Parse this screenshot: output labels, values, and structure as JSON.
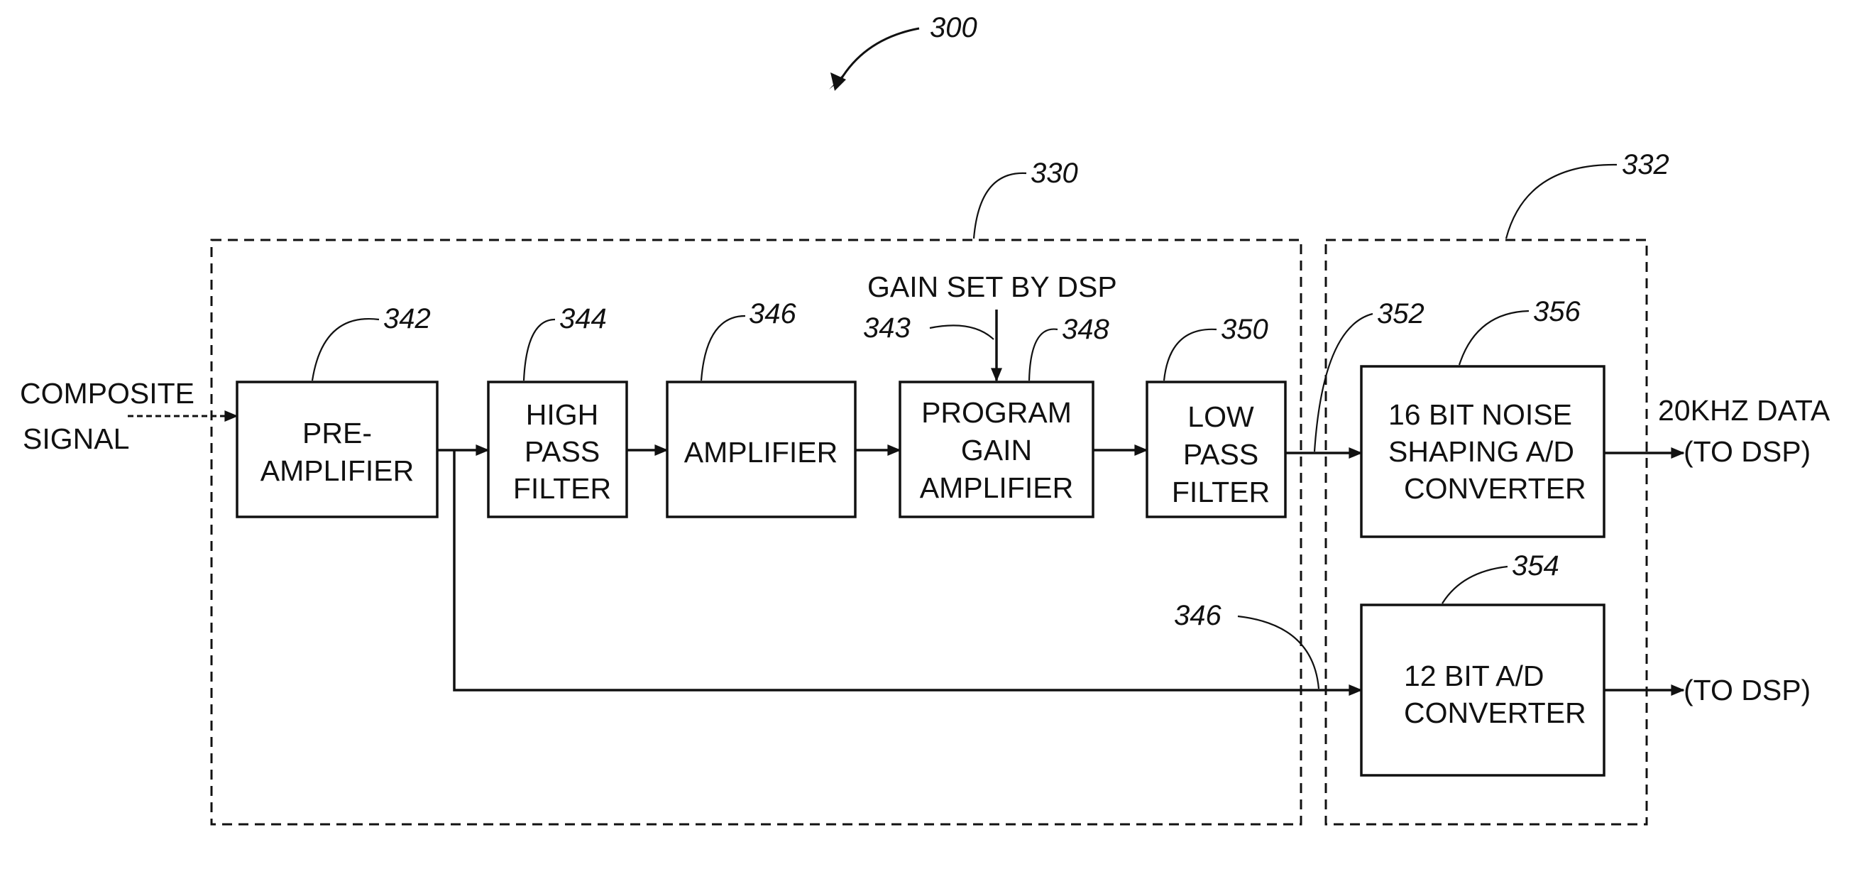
{
  "figure_ref": "300",
  "groups": {
    "analog": {
      "ref": "330"
    },
    "digital": {
      "ref": "332"
    }
  },
  "inputs": {
    "composite_line1": "COMPOSITE",
    "composite_line2": "SIGNAL",
    "gain_set": "GAIN SET BY DSP",
    "gain_ref": "343"
  },
  "blocks": {
    "preamp": {
      "ref": "342",
      "line1": "PRE-",
      "line2": "AMPLIFIER"
    },
    "hpf": {
      "ref": "344",
      "line1": "HIGH",
      "line2": "PASS",
      "line3": "FILTER"
    },
    "amp": {
      "ref": "346",
      "line1": "AMPLIFIER"
    },
    "pga": {
      "ref": "348",
      "line1": "PROGRAM",
      "line2": "GAIN",
      "line3": "AMPLIFIER"
    },
    "lpf": {
      "ref": "350",
      "line1": "LOW",
      "line2": "PASS",
      "line3": "FILTER"
    },
    "adc16": {
      "ref": "356",
      "line1": "16 BIT NOISE",
      "line2": "SHAPING A/D",
      "line3": "CONVERTER"
    },
    "adc12": {
      "ref": "354",
      "line1": "12 BIT A/D",
      "line2": "CONVERTER"
    }
  },
  "connections": {
    "main_ref": "352",
    "bypass_ref": "346"
  },
  "outputs": {
    "adc16_line1": "20KHZ DATA",
    "adc16_line2": "(TO DSP)",
    "adc12_line1": "(TO DSP)"
  }
}
